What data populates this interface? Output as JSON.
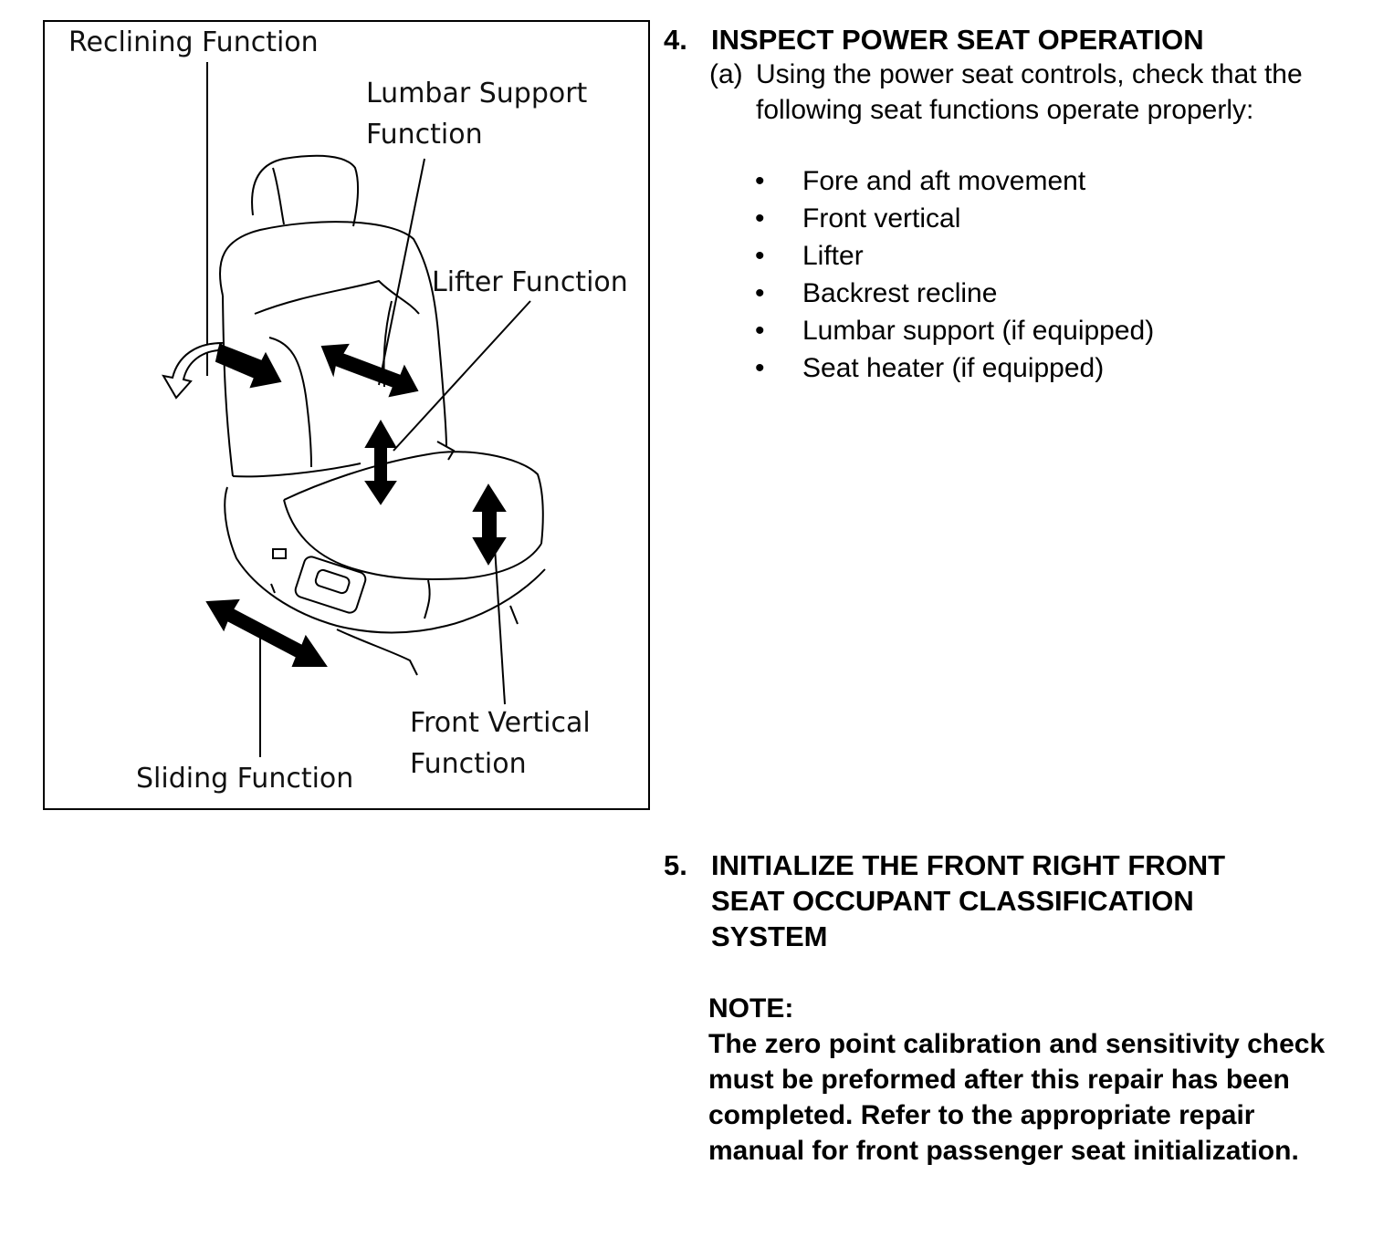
{
  "figure": {
    "labels": {
      "reclining": "Reclining Function",
      "lumbar_1": "Lumbar Support",
      "lumbar_2": "Function",
      "lifter": "Lifter Function",
      "front_vertical_1": "Front Vertical",
      "front_vertical_2": "Function",
      "sliding": "Sliding Function"
    }
  },
  "step4": {
    "number": "4.",
    "title": "INSPECT POWER SEAT OPERATION",
    "sub_label": "(a)",
    "sub_text": "Using the power seat controls, check that the following seat functions operate properly:",
    "bullet_symbol": "•",
    "items": [
      "Fore and aft movement",
      "Front vertical",
      "Lifter",
      "Backrest recline",
      "Lumbar support (if equipped)",
      "Seat heater (if equipped)"
    ]
  },
  "step5": {
    "number": "5.",
    "title": "INITIALIZE THE FRONT RIGHT FRONT SEAT OCCUPANT CLASSIFICATION SYSTEM",
    "note_heading": "NOTE:",
    "note_text": "The zero point calibration and sensitivity check must be preformed after this repair has been completed.  Refer to the appropriate repair manual for front passenger seat initialization."
  }
}
